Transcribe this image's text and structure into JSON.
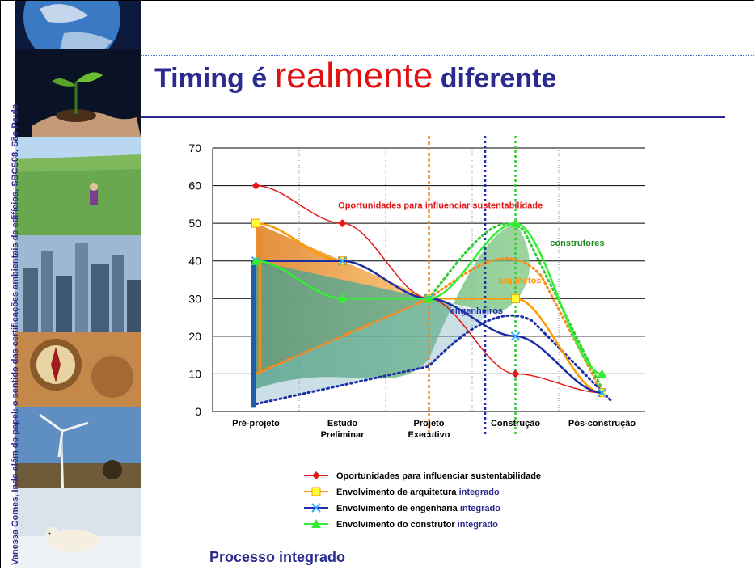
{
  "slide": {
    "title_prefix": "Timing é ",
    "title_highlight": "realmente",
    "title_suffix": " diferente",
    "footer": "Processo integrado",
    "sidebar_credit": "Vanessa Gomes, Indo além do papel: o sentido das certificações ambientais de edifícios, SBCS08, São Paulo",
    "colors": {
      "title": "#2b2b8f",
      "highlight": "#e01010"
    }
  },
  "sidebar": {
    "photos": [
      "earth-photo",
      "seedling-in-hands-photo",
      "green-field-photo",
      "city-skyline-photo",
      "compass-map-photo",
      "wind-turbine-photo",
      "polar-bear-photo"
    ]
  },
  "chart_data": {
    "type": "line",
    "categories": [
      "Pré-projeto",
      "Estudo Preliminar",
      "Projeto Executivo",
      "Construção",
      "Pós-construção"
    ],
    "ylim": [
      0,
      70
    ],
    "yticks": [
      0,
      10,
      20,
      30,
      40,
      50,
      60,
      70
    ],
    "grid": true,
    "series": [
      {
        "name": "Oportunidades para influenciar sustentabilidade",
        "values": [
          60,
          50,
          30,
          10,
          5
        ],
        "color": "#e31a1a",
        "marker": "diamond"
      },
      {
        "name": "Envolvimento de arquitetura integrado",
        "values": [
          50,
          40,
          30,
          30,
          5
        ],
        "color": "#ff9900",
        "marker": "square"
      },
      {
        "name": "Envolvimento de engenharia integrado",
        "values": [
          40,
          40,
          30,
          20,
          5
        ],
        "color": "#1c2fa8",
        "marker": "x"
      },
      {
        "name": "Envolvimento do construtor integrado",
        "values": [
          40,
          30,
          30,
          50,
          10
        ],
        "color": "#33ee33",
        "marker": "triangle"
      }
    ],
    "legend_position": "bottom",
    "legend_suffix": "integrado",
    "annotations": [
      {
        "text": "Oportunidades para influenciar sustentabilidade",
        "color": "#e31a1a"
      },
      {
        "text": "construtores",
        "color": "#1a8a1a"
      },
      {
        "text": "arquitetos",
        "color": "#ff9900"
      },
      {
        "text": "engenheiros",
        "color": "#1c2fa8"
      }
    ]
  }
}
